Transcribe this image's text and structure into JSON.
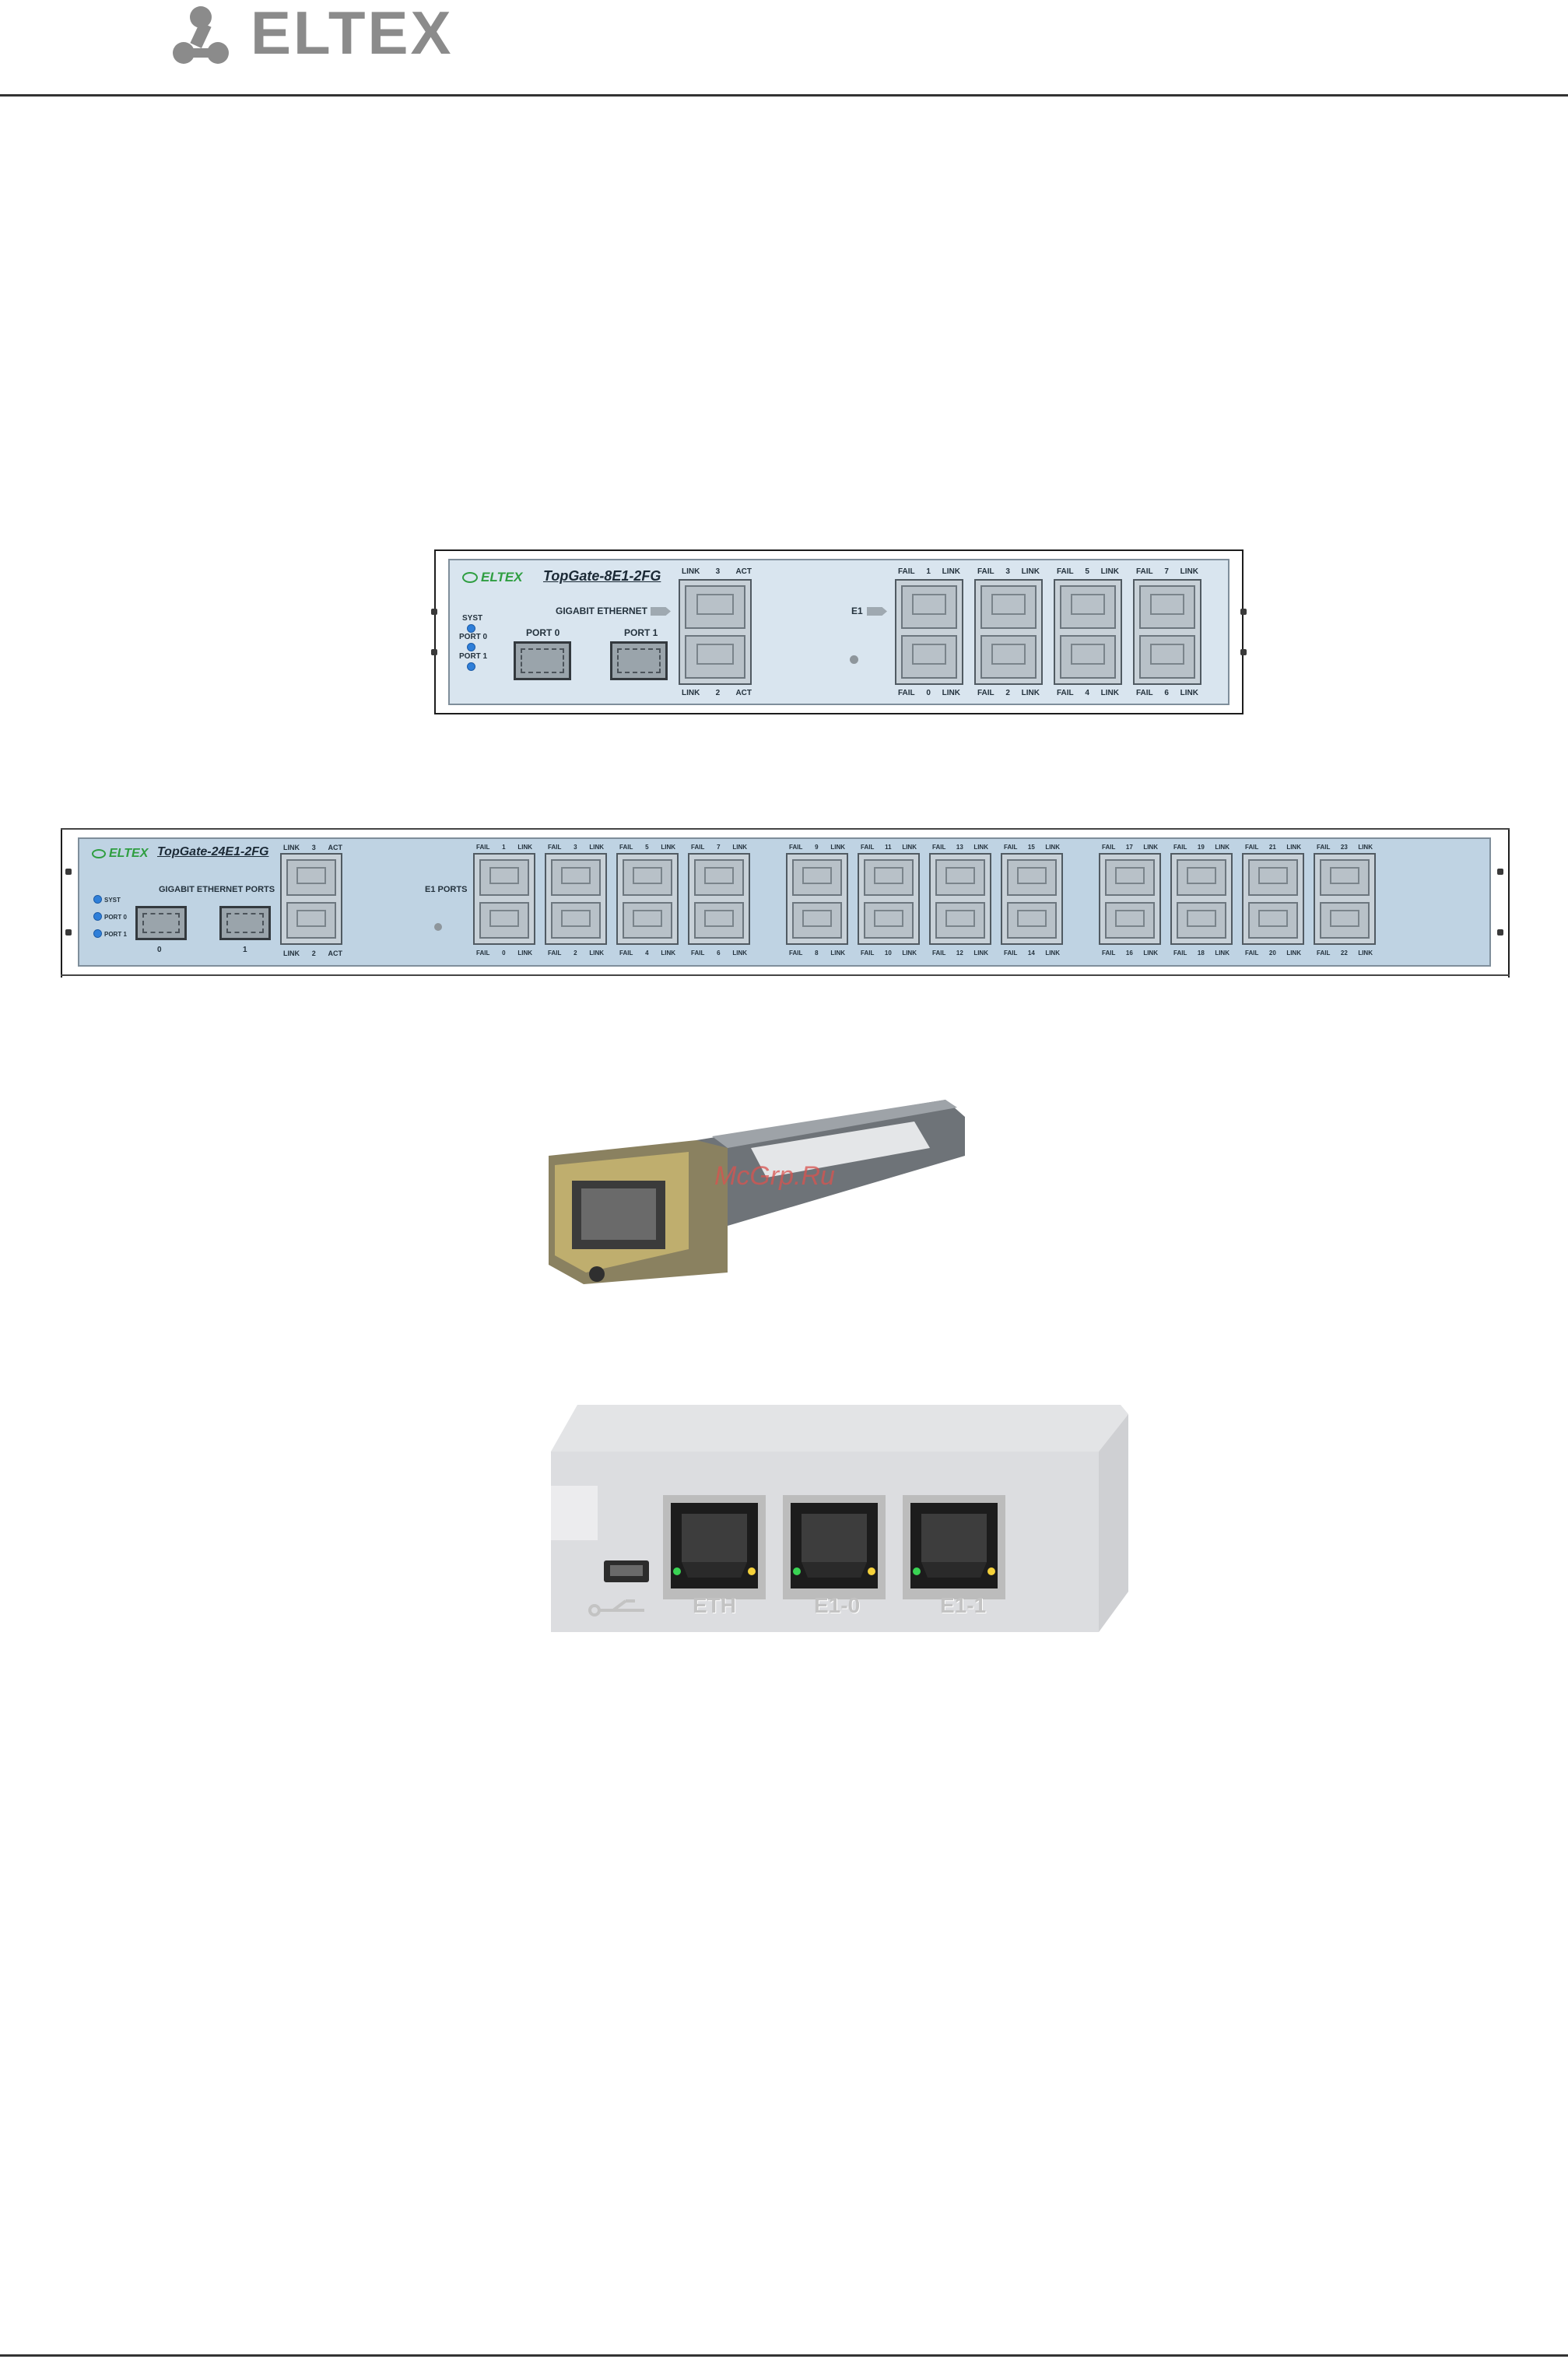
{
  "header": {
    "brand_text": "ELTEX"
  },
  "panel_8e1": {
    "brand": "ELTEX",
    "model": "TopGate-8E1-2FG",
    "leds": [
      "SYST",
      "PORT 0",
      "PORT 1"
    ],
    "gigabit_label": "GIGABIT ETHERNET",
    "port0_label": "PORT 0",
    "port1_label": "PORT 1",
    "eth_top": [
      "LINK",
      "3",
      "ACT"
    ],
    "eth_bottom": [
      "LINK",
      "2",
      "ACT"
    ],
    "e1_label": "E1",
    "e1_top": [
      [
        "FAIL",
        "1",
        "LINK"
      ],
      [
        "FAIL",
        "3",
        "LINK"
      ],
      [
        "FAIL",
        "5",
        "LINK"
      ],
      [
        "FAIL",
        "7",
        "LINK"
      ]
    ],
    "e1_bottom": [
      [
        "FAIL",
        "0",
        "LINK"
      ],
      [
        "FAIL",
        "2",
        "LINK"
      ],
      [
        "FAIL",
        "4",
        "LINK"
      ],
      [
        "FAIL",
        "6",
        "LINK"
      ]
    ]
  },
  "panel_24e1": {
    "brand": "ELTEX",
    "model": "TopGate-24E1-2FG",
    "leds": [
      "SYST",
      "PORT 0",
      "PORT 1"
    ],
    "gigabit_label": "GIGABIT ETHERNET PORTS",
    "sfp_labels": [
      "0",
      "1"
    ],
    "eth_top": [
      "LINK",
      "3",
      "ACT"
    ],
    "eth_bottom": [
      "LINK",
      "2",
      "ACT"
    ],
    "e1_label": "E1 PORTS",
    "e1_top": [
      [
        "FAIL",
        "1",
        "LINK"
      ],
      [
        "FAIL",
        "3",
        "LINK"
      ],
      [
        "FAIL",
        "5",
        "LINK"
      ],
      [
        "FAIL",
        "7",
        "LINK"
      ],
      [
        "FAIL",
        "9",
        "LINK"
      ],
      [
        "FAIL",
        "11",
        "LINK"
      ],
      [
        "FAIL",
        "13",
        "LINK"
      ],
      [
        "FAIL",
        "15",
        "LINK"
      ],
      [
        "FAIL",
        "17",
        "LINK"
      ],
      [
        "FAIL",
        "19",
        "LINK"
      ],
      [
        "FAIL",
        "21",
        "LINK"
      ],
      [
        "FAIL",
        "23",
        "LINK"
      ]
    ],
    "e1_bottom": [
      [
        "FAIL",
        "0",
        "LINK"
      ],
      [
        "FAIL",
        "2",
        "LINK"
      ],
      [
        "FAIL",
        "4",
        "LINK"
      ],
      [
        "FAIL",
        "6",
        "LINK"
      ],
      [
        "FAIL",
        "8",
        "LINK"
      ],
      [
        "FAIL",
        "10",
        "LINK"
      ],
      [
        "FAIL",
        "12",
        "LINK"
      ],
      [
        "FAIL",
        "14",
        "LINK"
      ],
      [
        "FAIL",
        "16",
        "LINK"
      ],
      [
        "FAIL",
        "18",
        "LINK"
      ],
      [
        "FAIL",
        "20",
        "LINK"
      ],
      [
        "FAIL",
        "22",
        "LINK"
      ]
    ]
  },
  "sfp_photo": {
    "watermark": "McGrp.Ru"
  },
  "box_photo": {
    "port_labels": [
      "ETH",
      "E1-0",
      "E1-1"
    ]
  }
}
